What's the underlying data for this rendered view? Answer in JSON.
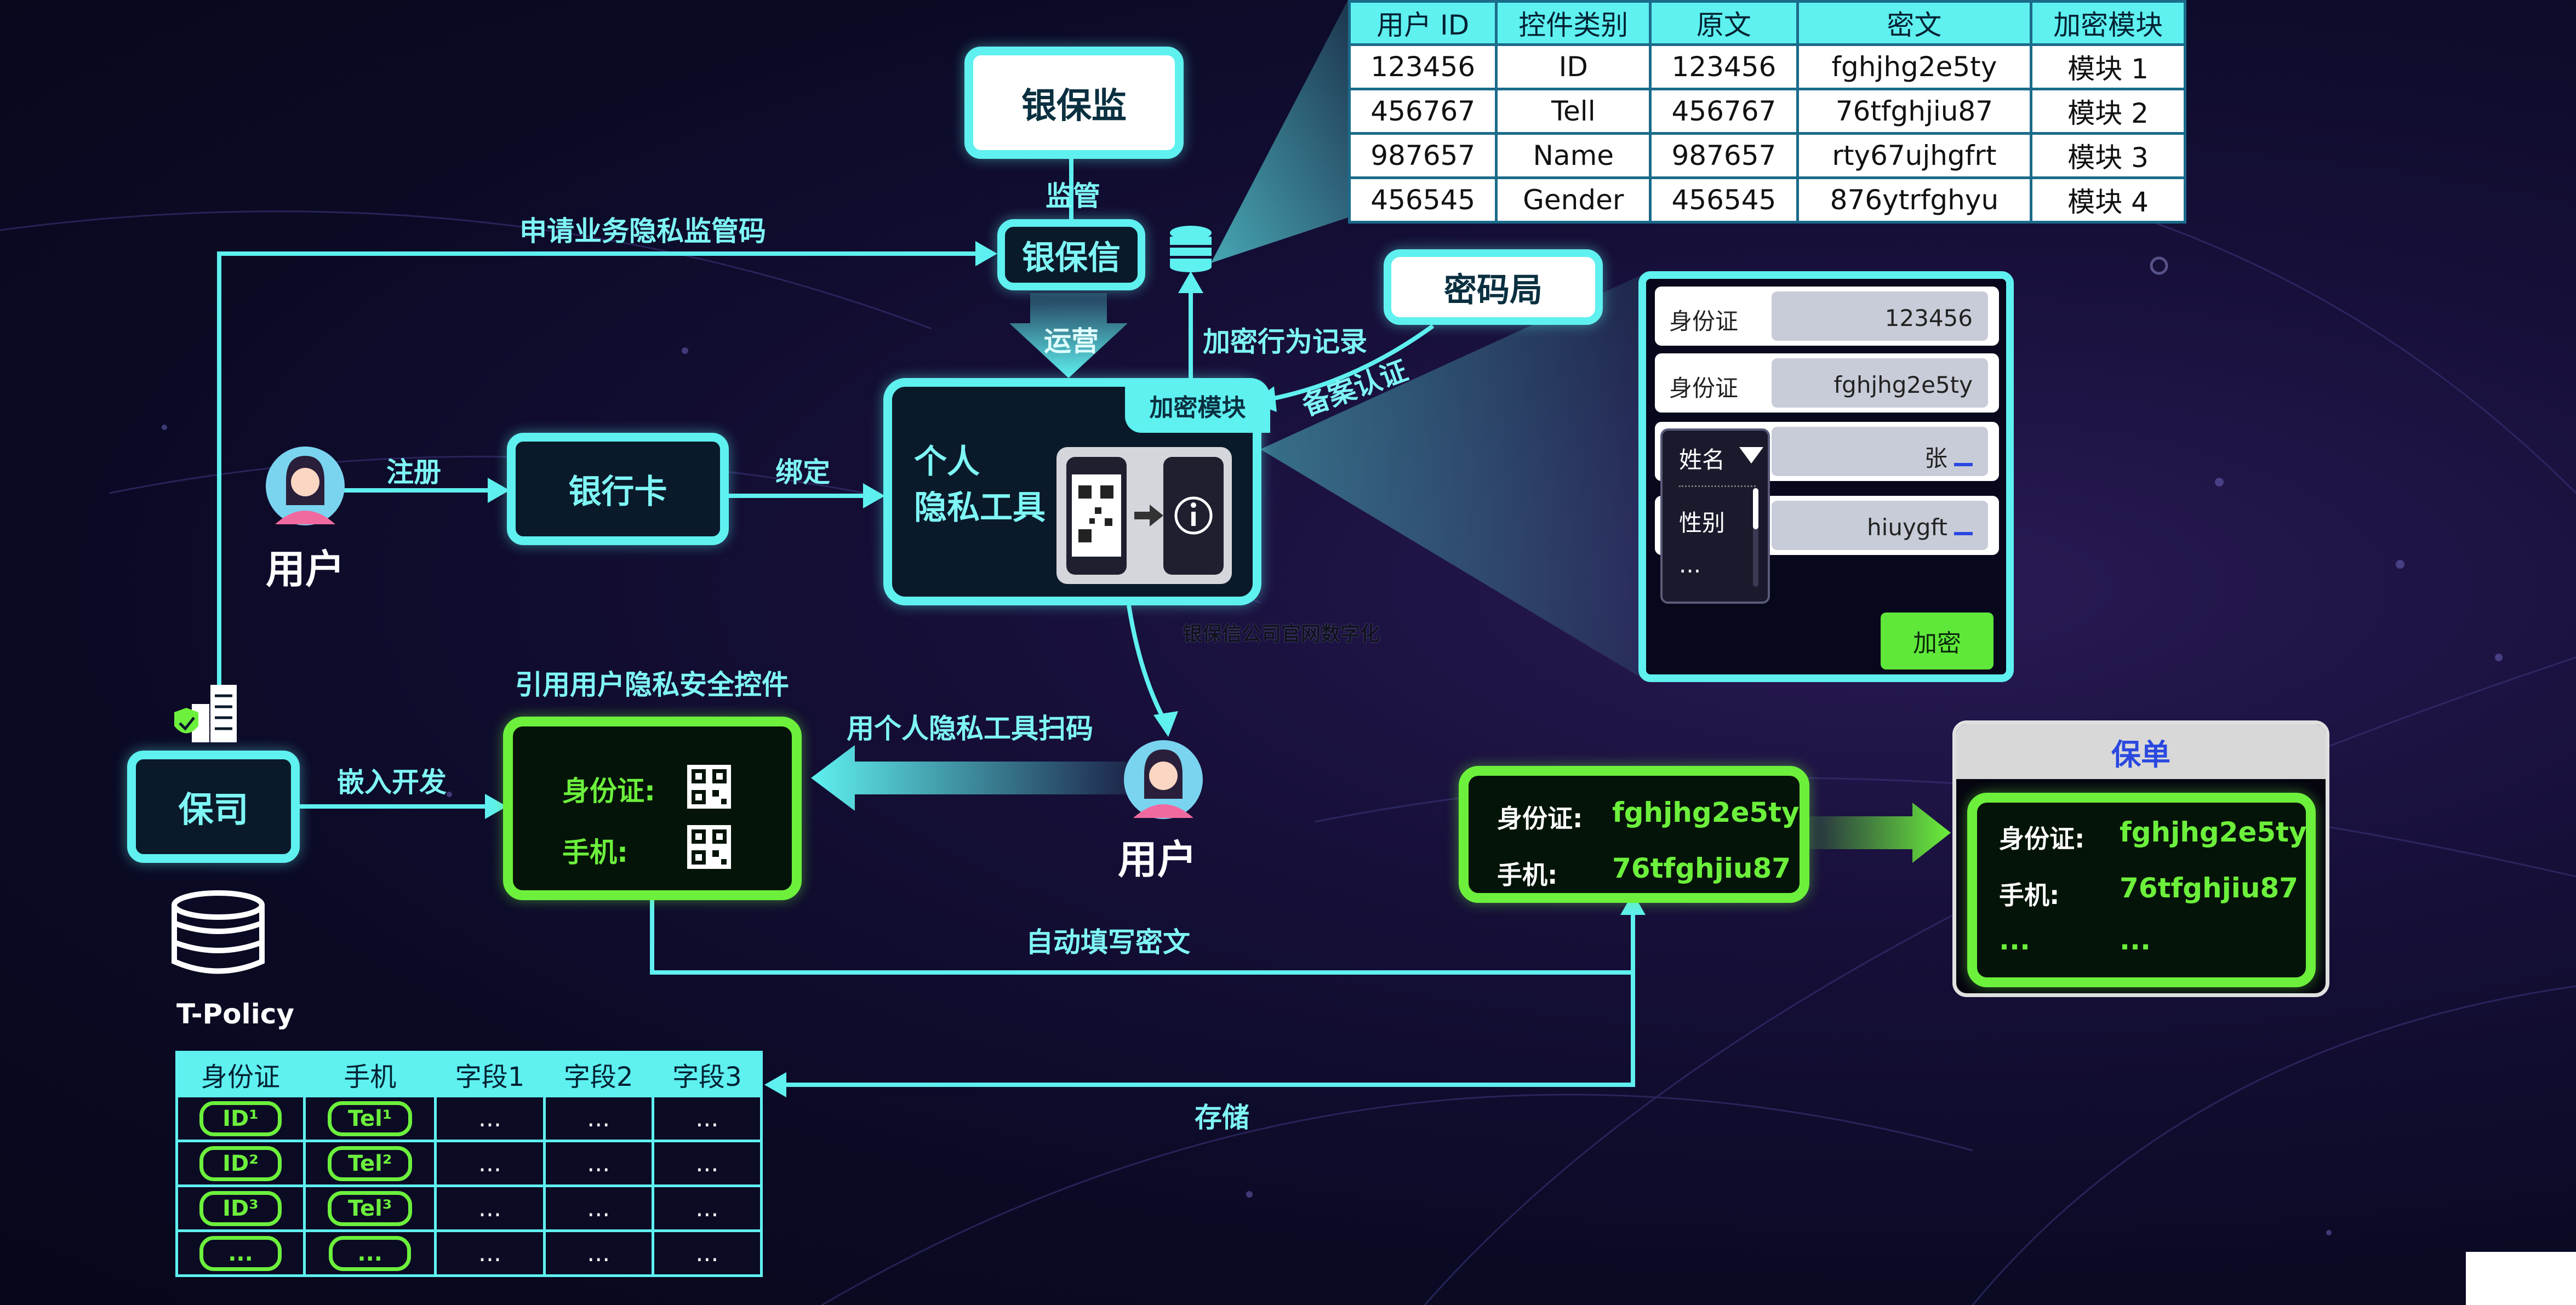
{
  "colors": {
    "cyan": "#5ff0f0",
    "green": "#6cf03c",
    "background": "#0b0820",
    "blue_text": "#2a48e0",
    "encrypt_button": "#5fe83a"
  },
  "nodes": {
    "cbirc": "银保监",
    "cbirc_label": "监管",
    "yinbaoxin": "银保信",
    "yinbaoxin_label": "运营",
    "crypto_bureau": "密码局",
    "bank_card": "银行卡",
    "privacy_tool_line1": "个人",
    "privacy_tool_line2": "隐私工具",
    "crypto_module": "加密模块",
    "insurer": "保司",
    "t_policy": "T-Policy",
    "user1": "用户",
    "user2": "用户"
  },
  "edge_labels": {
    "apply_code": "申请业务隐私监管码",
    "register": "注册",
    "bind": "绑定",
    "encrypt_log": "加密行为记录",
    "filing_cert": "备案认证",
    "embed_dev": "嵌入开发",
    "scan": "用个人隐私工具扫码",
    "auto_fill": "自动填写密文",
    "store": "存储",
    "reference_control": "引用用户隐私安全控件",
    "watermark": "银保信公司官网数字化"
  },
  "top_table": {
    "headers": [
      "用户 ID",
      "控件类别",
      "原文",
      "密文",
      "加密模块"
    ],
    "rows": [
      [
        "123456",
        "ID",
        "123456",
        "fghjhg2e5ty",
        "模块 1"
      ],
      [
        "456767",
        "Tell",
        "456767",
        "76tfghjiu87",
        "模块 2"
      ],
      [
        "987657",
        "Name",
        "987657",
        "rty67ujhgfrt",
        "模块 3"
      ],
      [
        "456545",
        "Gender",
        "456545",
        "876ytrfghyu",
        "模块 4"
      ]
    ]
  },
  "form": {
    "rows": [
      {
        "label": "身份证",
        "value": "123456"
      },
      {
        "label": "身份证",
        "value": "fghjhg2e5ty"
      },
      {
        "label": "姓名",
        "value": "张"
      },
      {
        "label": "",
        "value": "hiuygft"
      }
    ],
    "dropdown_options": [
      "性别",
      "..."
    ],
    "encrypt_button": "加密"
  },
  "control_box": {
    "id_label": "身份证:",
    "phone_label": "手机:"
  },
  "cipher_box": {
    "id_label": "身份证:",
    "id_value": "fghjhg2e5ty",
    "phone_label": "手机:",
    "phone_value": "76tfghjiu87"
  },
  "policy": {
    "title": "保单",
    "id_label": "身份证:",
    "id_value": "fghjhg2e5ty",
    "phone_label": "手机:",
    "phone_value": "76tfghjiu87",
    "more_label": "...",
    "more_value": "..."
  },
  "bottom_table": {
    "headers": [
      "身份证",
      "手机",
      "字段1",
      "字段2",
      "字段3"
    ],
    "rows": [
      [
        "ID¹",
        "Tel¹",
        "...",
        "...",
        "..."
      ],
      [
        "ID²",
        "Tel²",
        "...",
        "...",
        "..."
      ],
      [
        "ID³",
        "Tel³",
        "...",
        "...",
        "..."
      ],
      [
        "...",
        "...",
        "...",
        "...",
        "..."
      ]
    ]
  }
}
